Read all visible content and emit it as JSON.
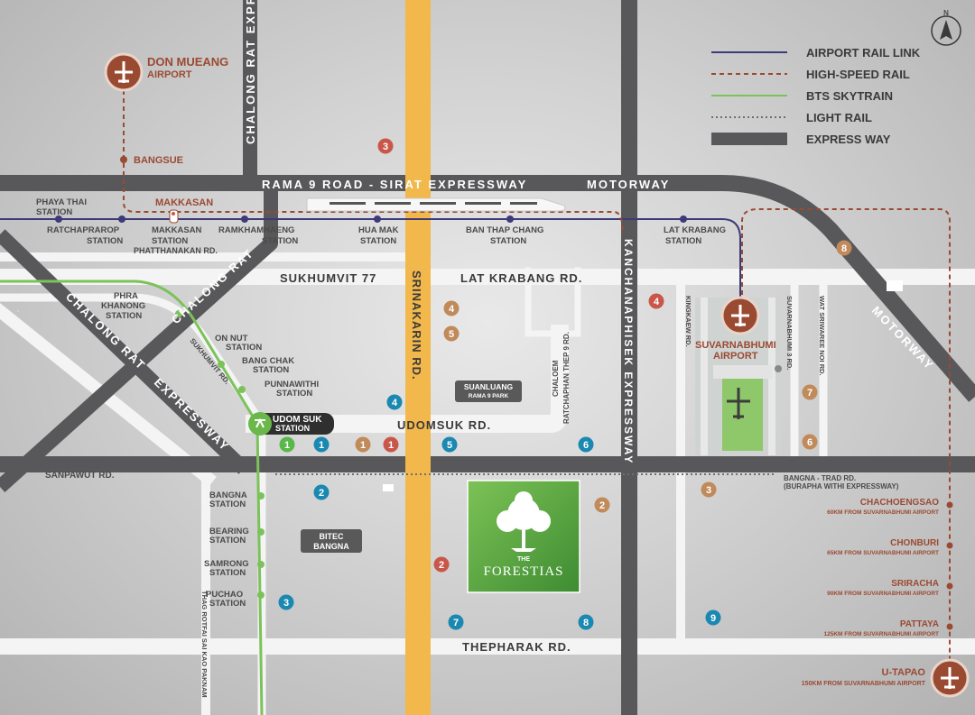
{
  "compass": {
    "label": "N"
  },
  "legend": {
    "items": [
      {
        "label": "AIRPORT RAIL LINK",
        "color": "#3d3a7a",
        "style": "solid"
      },
      {
        "label": "HIGH-SPEED RAIL",
        "color": "#9b4a32",
        "style": "dashed"
      },
      {
        "label": "BTS SKYTRAIN",
        "color": "#7cc25a",
        "style": "solid"
      },
      {
        "label": "LIGHT RAIL",
        "color": "#6e6e6e",
        "style": "dotted"
      },
      {
        "label": "EXPRESS WAY",
        "color": "#58585b",
        "style": "thick"
      }
    ]
  },
  "airports": {
    "don_mueang": {
      "name": "DON MUEANG",
      "sub": "AIRPORT"
    },
    "suvarnabhumi": {
      "name": "SUVARNABHUMI",
      "sub": "AIRPORT"
    },
    "utapao": {
      "name": "U-TAPAO",
      "sub": "150KM FROM SUVARNABHUMI AIRPORT"
    }
  },
  "roads": {
    "rama9": "RAMA 9 ROAD - SIRAT EXPRESSWAY",
    "motorway_top": "MOTORWAY",
    "motorway_diag": "MOTORWAY",
    "chalong_v": "CHALONG RAT EXPRESSWAY",
    "chalong_diag_up": "CHALONG RAT",
    "chalong_diag_down": "CHALONG RAT",
    "expressway_diag": "EXPRESSWAY",
    "sukhumvit77": "SUKHUMVIT 77",
    "latkrabang": "LAT KRABANG RD.",
    "srinakarin": "SRINAKARIN RD.",
    "kanchanaphisek": "KANCHANAPHISEK EXPRESSWAY",
    "udomsuk": "UDOMSUK RD.",
    "sanpawut": "SANPAWUT RD.",
    "thepharak": "THEPHARAK RD.",
    "bangna_trad": "BANGNA - TRAD RD.",
    "burapha": "(BURAPHA WITHI EXPRESSWAY)",
    "phatthanakan": "PHATTHANAKAN RD.",
    "sukhumvit_rd": "SUKHUMVIT RD.",
    "chaloem": "CHALOEM",
    "ratchadhani": "RATCHAPHAN THEP 9 RD.",
    "kingkaew": "KINGKAEW RD.",
    "suvarnabhumi3": "SUVARNABHUMI 3 RD.",
    "wat_sriwaree": "WAT SRIWAREE NOI RD.",
    "thepharak_side": "THAG ROTFAI SAI KAO PAKNAM"
  },
  "stations": {
    "bangsue": "BANGSUE",
    "makkasan_hs": "MAKKASAN",
    "phaya_thai": "PHAYA THAI",
    "ratchaprarop": "RATCHAPRAROP",
    "makkasan": "MAKKASAN",
    "ramkhamhaeng": "RAMKHAMHAENG",
    "hua_mak": "HUA MAK",
    "ban_thap_chang": "BAN THAP CHANG",
    "lat_krabang": "LAT KRABANG",
    "station_word": "STATION",
    "phra_khanong_1": "PHRA",
    "phra_khanong_2": "KHANONG",
    "on_nut": "ON NUT",
    "bang_chak": "BANG CHAK",
    "punnawithi": "PUNNAWITHI",
    "udom_suk": "UDOM SUK",
    "bangna": "BANGNA",
    "bearing": "BEARING",
    "samrong": "SAMRONG",
    "puchao": "PUCHAO"
  },
  "places": {
    "suanluang_1": "SUANLUANG",
    "suanluang_2": "RAMA 9 PARK",
    "bitec_1": "BITEC",
    "bitec_2": "BANGNA",
    "forestias_the": "THE",
    "forestias": "FORESTIAS"
  },
  "destinations": [
    {
      "name": "CHACHOENGSAO",
      "dist": "60KM FROM SUVARNABHUMI AIRPORT"
    },
    {
      "name": "CHONBURI",
      "dist": "65KM FROM SUVARNABHUMI AIRPORT"
    },
    {
      "name": "SRIRACHA",
      "dist": "90KM FROM SUVARNABHUMI AIRPORT"
    },
    {
      "name": "PATTAYA",
      "dist": "125KM FROM SUVARNABHUMI AIRPORT"
    }
  ],
  "markers": [
    {
      "n": "3",
      "color": "#c8574a"
    },
    {
      "n": "4",
      "color": "#c8574a"
    },
    {
      "n": "2",
      "color": "#c8574a"
    },
    {
      "n": "1",
      "color": "#c8574a"
    },
    {
      "n": "8",
      "color": "#c08a5a"
    },
    {
      "n": "4",
      "color": "#c08a5a"
    },
    {
      "n": "5",
      "color": "#c08a5a"
    },
    {
      "n": "1",
      "color": "#c08a5a"
    },
    {
      "n": "2",
      "color": "#c08a5a"
    },
    {
      "n": "3",
      "color": "#c08a5a"
    },
    {
      "n": "7",
      "color": "#c08a5a"
    },
    {
      "n": "6",
      "color": "#c08a5a"
    },
    {
      "n": "4",
      "color": "#1a88b0"
    },
    {
      "n": "1",
      "color": "#1a88b0"
    },
    {
      "n": "5",
      "color": "#1a88b0"
    },
    {
      "n": "6",
      "color": "#1a88b0"
    },
    {
      "n": "2",
      "color": "#1a88b0"
    },
    {
      "n": "3",
      "color": "#1a88b0"
    },
    {
      "n": "7",
      "color": "#1a88b0"
    },
    {
      "n": "8",
      "color": "#1a88b0"
    },
    {
      "n": "9",
      "color": "#1a88b0"
    },
    {
      "n": "1",
      "color": "#58b848"
    }
  ],
  "colors": {
    "expressway": "#58585b",
    "srinakarin": "#f2b84b",
    "airport_link": "#3d3a7a",
    "high_speed": "#9b4a32",
    "bts": "#7cc25a",
    "forestias_green": "#5aa83c"
  }
}
